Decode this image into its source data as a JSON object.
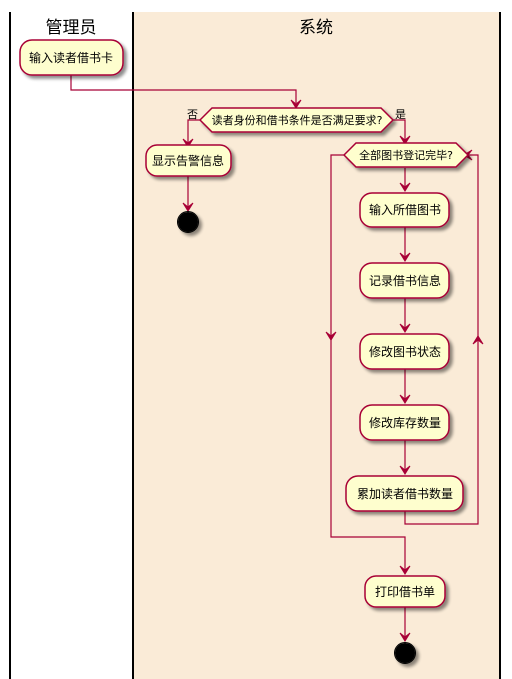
{
  "lanes": [
    {
      "id": "admin",
      "title": "管理员"
    },
    {
      "id": "system",
      "title": "系统"
    }
  ],
  "nodes": {
    "input_card": "输入读者借书卡",
    "check_decision": "读者身份和借书条件是否满足要求?",
    "branch_no": "否",
    "branch_yes": "是",
    "show_warning": "显示告警信息",
    "loop_decision": "全部图书登记完毕?",
    "input_books": "输入所借图书",
    "record_info": "记录借书信息",
    "modify_status": "修改图书状态",
    "modify_stock": "修改库存数量",
    "add_count": "累加读者借书数量",
    "print_slip": "打印借书单"
  },
  "colors": {
    "node_fill": "#FEFECE",
    "node_border": "#A80036",
    "lane_system_bg": "#FAEBD7",
    "lane_admin_bg": "#FFFFFF"
  }
}
